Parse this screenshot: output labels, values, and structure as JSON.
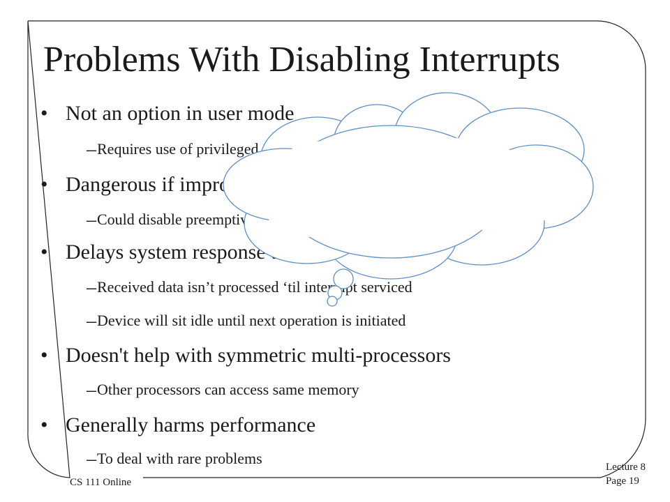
{
  "slide": {
    "title": "Problems With Disabling Interrupts",
    "bullets": [
      {
        "text": "Not an option in user mode",
        "subs": [
          "Requires use of privileged instructions"
        ]
      },
      {
        "text": "Dangerous if improperly used",
        "subs": [
          "Could disable preemptive scheduling, disk I/O, etc."
        ]
      },
      {
        "text": "Delays system response to important interrupts",
        "subs": [
          "Received data isn’t processed ‘til interrupt serviced",
          "Device will sit idle until next operation is initiated"
        ]
      },
      {
        "text": "Doesn't help with symmetric multi-processors",
        "subs": [
          "Other processors can access same memory"
        ]
      },
      {
        "text": "Generally harms performance",
        "subs": [
          "To deal with rare problems"
        ]
      }
    ],
    "bullet_symbol": "•",
    "dash_symbol": "–"
  },
  "footer": {
    "course": "CS 111 Online",
    "lecture": "Lecture 8",
    "page": "Page 19"
  },
  "colors": {
    "cloud_stroke": "#5b8fc7",
    "cloud_fill": "#ffffff",
    "text": "#1a1a1a"
  }
}
